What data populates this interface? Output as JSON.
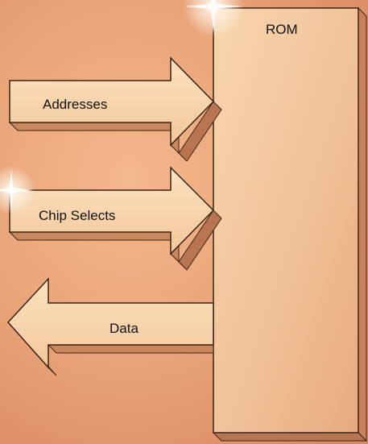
{
  "block": {
    "label": "ROM"
  },
  "signals": [
    {
      "label": "Addresses",
      "direction": "in"
    },
    {
      "label": "Chip Selects",
      "direction": "in"
    },
    {
      "label": "Data",
      "direction": "out"
    }
  ],
  "colors": {
    "background": "#eba57a",
    "block_face": "#f6cfa6",
    "arrow_face": "#f7d3a8",
    "arrow_side": "#c9875a",
    "outline": "#3a2418",
    "text": "#111111"
  }
}
